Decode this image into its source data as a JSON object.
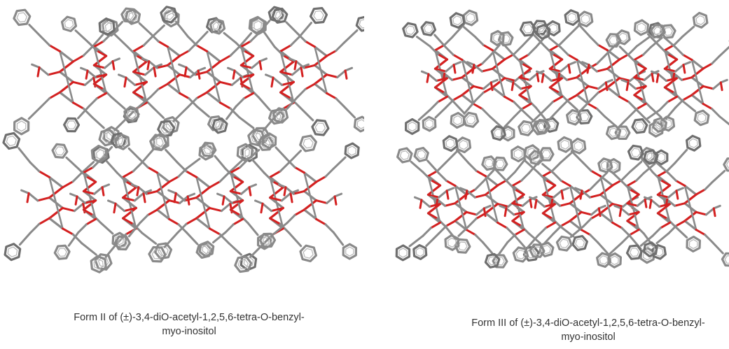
{
  "figure": {
    "panels": [
      {
        "id": "form-ii",
        "caption_line1": "Form II of (±)-3,4-diO-acetyl-1,2,5,6-tetra-O-benzyl-",
        "caption_line2": "myo-inositol",
        "molecule_rows": 2,
        "molecules_per_row": 4
      },
      {
        "id": "form-iii",
        "caption_line1": "Form III of (±)-3,4-diO-acetyl-1,2,5,6-tetra-O-benzyl-",
        "caption_line2": "myo-inositol",
        "molecule_rows": 2,
        "molecules_per_row": 5
      }
    ],
    "colors": {
      "carbon": "#8a8a8a",
      "carbon_dark": "#6f6f6f",
      "oxygen": "#d42020",
      "background": "#ffffff",
      "caption_text": "#333333"
    }
  }
}
